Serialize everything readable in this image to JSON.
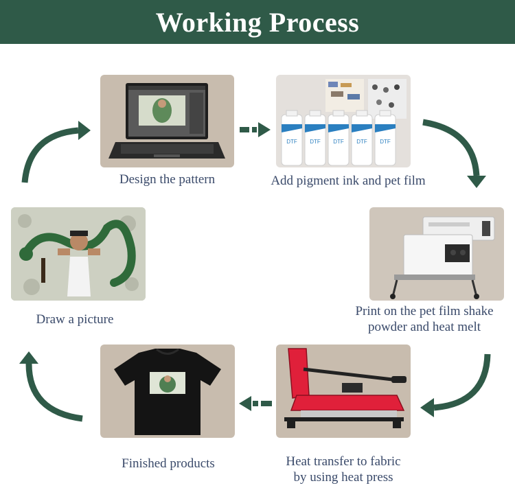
{
  "header": {
    "title": "Working Process"
  },
  "steps": {
    "design": {
      "label": "Design the pattern"
    },
    "ink": {
      "label": "Add pigment ink and pet film",
      "bottle_text": "DTF"
    },
    "print": {
      "label_line1": "Print on the pet film shake",
      "label_line2": "powder and heat melt"
    },
    "heat": {
      "label_line1": "Heat transfer to fabric",
      "label_line2": "by using heat press"
    },
    "finished": {
      "label": "Finished products"
    },
    "draw": {
      "label": "Draw a picture"
    }
  },
  "colors": {
    "header_bg": "#2f5a48",
    "arrow": "#2f5a48",
    "caption": "#3a4a6a",
    "card_bg": "#c8bcae"
  }
}
